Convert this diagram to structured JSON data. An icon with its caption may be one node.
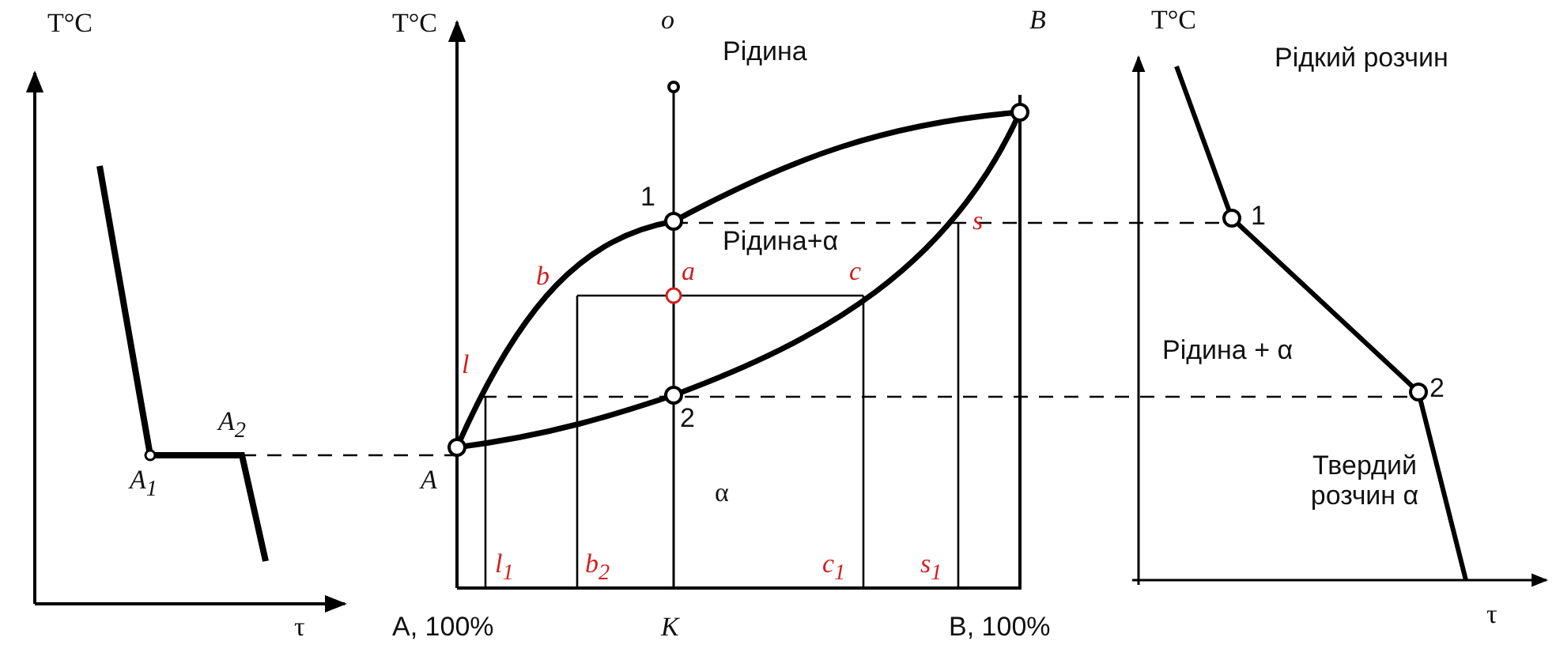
{
  "diagram": {
    "labels": [
      "T°C",
      "T°C",
      "o",
      "Рідина",
      "B",
      "T°C",
      "Рідкий розчин",
      "1",
      "Рідина+α",
      "s",
      "1",
      "b",
      "a",
      "c",
      "l",
      "Рідина + α",
      "A$_{2}$",
      "2",
      "2",
      "A$_{1}$",
      "A",
      "α",
      "Твердий розчин α",
      "l$_{1}$",
      "b$_{2}$",
      "c$_{1}$",
      "s$_{1}$",
      "τ",
      "A, 100%",
      "K",
      "B, 100%",
      "τ"
    ]
  }
}
